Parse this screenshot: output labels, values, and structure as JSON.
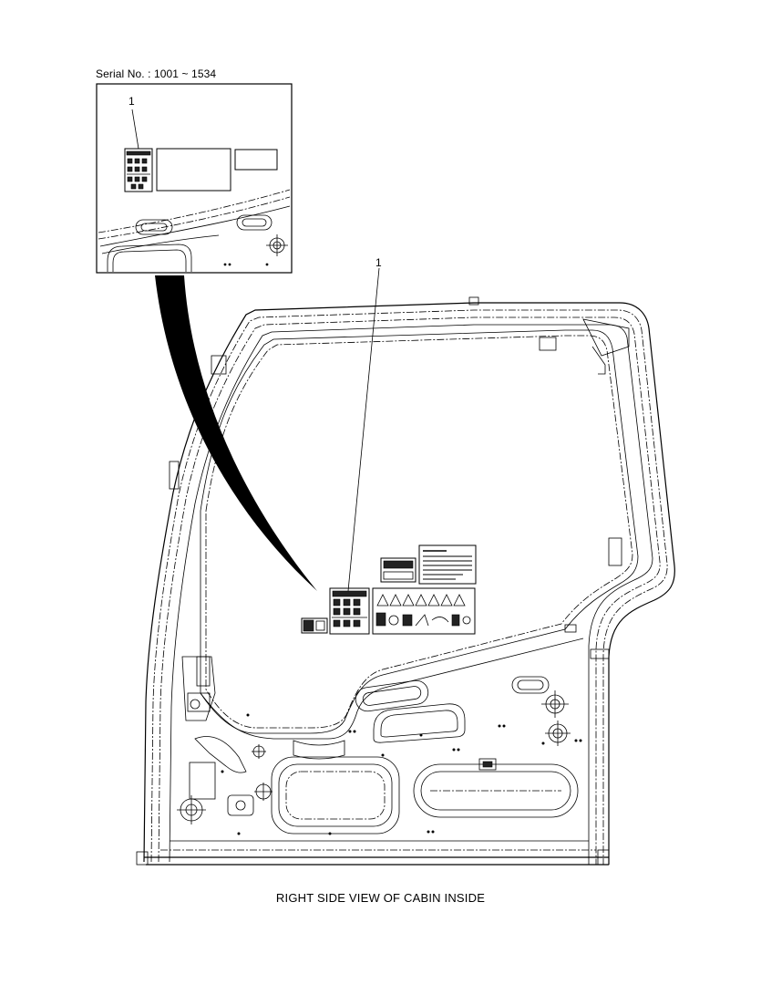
{
  "inset": {
    "serial_label": "Serial No. : 1001 ~ 1534",
    "callout_number": "1"
  },
  "main_view": {
    "callout_number": "1",
    "caption": "RIGHT SIDE VIEW OF CABIN INSIDE"
  },
  "colors": {
    "line": "#000000",
    "background": "#ffffff"
  }
}
